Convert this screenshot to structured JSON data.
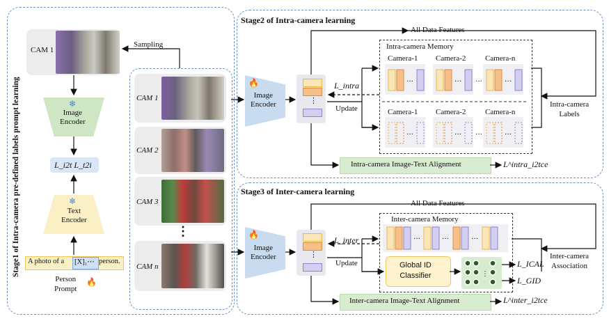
{
  "stage1": {
    "title": "Stage1 of Intra-camera pre-defined labels prompt learning",
    "cam1_label": "CAM 1",
    "image_encoder": "Image\nEncoder",
    "text_encoder": "Text\nEncoder",
    "loss_label": "L_i2t  L_t2i",
    "prompt_text": "A photo of a",
    "prompt_tokens": "[X]₁⋯",
    "prompt_end": "person.",
    "person_prompt": "Person\nPrompt",
    "sampling": "Sampling",
    "snowflake": "❄",
    "fire": "🔥"
  },
  "gallery": {
    "rows": [
      {
        "label": "CAM 1"
      },
      {
        "label": "CAM 2"
      },
      {
        "label": "CAM 3"
      },
      {
        "label": "CAM n"
      }
    ],
    "ellipsis": "⋮"
  },
  "stage2": {
    "title": "Stage2 of Intra-camera learning",
    "image_encoder": "Image\nEncoder",
    "all_features": "All Data Features",
    "memory_title": "Intra-camera Memory",
    "cameras": [
      "Camera-1",
      "Camera-2",
      "Camera-n"
    ],
    "loss_intra": "L_intra",
    "update": "Update",
    "labels": "Intra-camera\nLabels",
    "alignment": "Intra-camera Image-Text Alignment",
    "loss_i2tce": "L^intra_i2tce"
  },
  "stage3": {
    "title": "Stage3 of Inter-camera learning",
    "image_encoder": "Image\nEncoder",
    "all_features": "All Data Features",
    "memory_title": "Inter-camera Memory",
    "loss_inter": "L_inter",
    "update": "Update",
    "classifier": "Global ID\nClassifier",
    "loss_ical": "L_ICAL",
    "loss_gid": "L_GID",
    "association": "Inter-camera\nAssociation",
    "alignment": "Inter-camera Image-Text Alignment",
    "loss_i2tce": "L^inter_i2tce"
  }
}
